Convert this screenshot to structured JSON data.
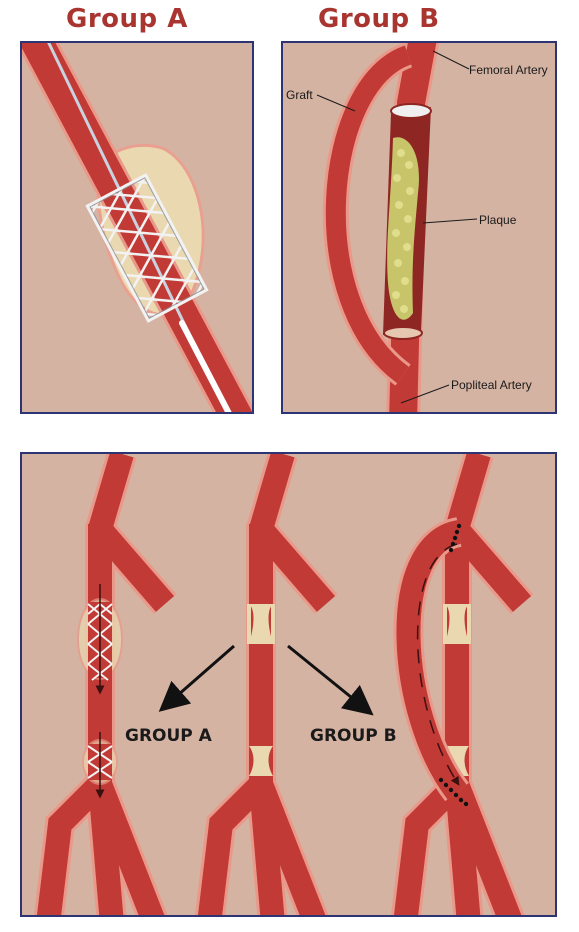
{
  "titles": {
    "group_a": "Group A",
    "group_b": "Group B"
  },
  "labels": {
    "femoral_artery": "Femoral Artery",
    "graft": "Graft",
    "plaque": "Plaque",
    "popliteal_artery": "Popliteal Artery"
  },
  "bottom": {
    "group_a": "GROUP A",
    "group_b": "GROUP B"
  },
  "colors": {
    "background": "#d5b3a3",
    "panel_border": "#2c3474",
    "artery": "#c23a35",
    "artery_outline": "#e9998a",
    "plaque": "#ead9b0",
    "stent": "#f2f2f2",
    "title": "#a8352f"
  }
}
